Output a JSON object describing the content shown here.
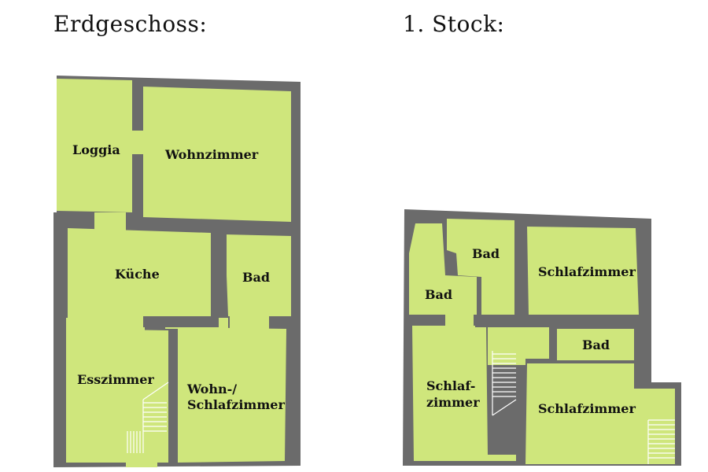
{
  "titles": {
    "ground_floor": "Erdgeschoss:",
    "first_floor": "1. Stock:"
  },
  "colors": {
    "wall": "#6b6b6b",
    "room": "#cfe67c",
    "stairs_line": "#ffffff",
    "label": "#111111"
  },
  "ground_floor": {
    "rooms": {
      "loggia": "Loggia",
      "wohnzimmer": "Wohnzimmer",
      "kueche": "Küche",
      "bad": "Bad",
      "esszimmer": "Esszimmer",
      "wohn_schlaf_line1": "Wohn-/",
      "wohn_schlaf_line2": "Schlafzimmer"
    }
  },
  "first_floor": {
    "rooms": {
      "bad_top": "Bad",
      "bad_left": "Bad",
      "schlafzimmer_top": "Schlafzimmer",
      "bad_right": "Bad",
      "schlafzimmer_left_line1": "Schlaf-",
      "schlafzimmer_left_line2": "zimmer",
      "schlafzimmer_bottom": "Schlafzimmer"
    }
  }
}
